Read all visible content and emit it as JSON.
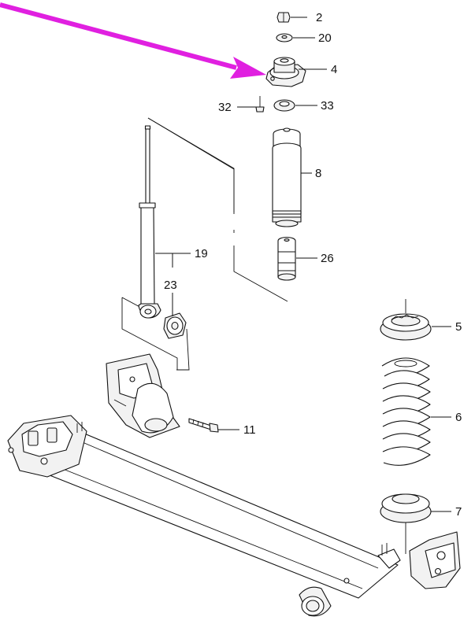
{
  "callouts": {
    "c2": "2",
    "c20": "20",
    "c4": "4",
    "c32": "32",
    "c33": "33",
    "c8": "8",
    "c26": "26",
    "c19": "19",
    "c23": "23",
    "c5": "5",
    "c6": "6",
    "c11": "11",
    "c7": "7"
  },
  "colors": {
    "arrow": "#e020e0",
    "line": "#111111",
    "background": "#ffffff"
  }
}
